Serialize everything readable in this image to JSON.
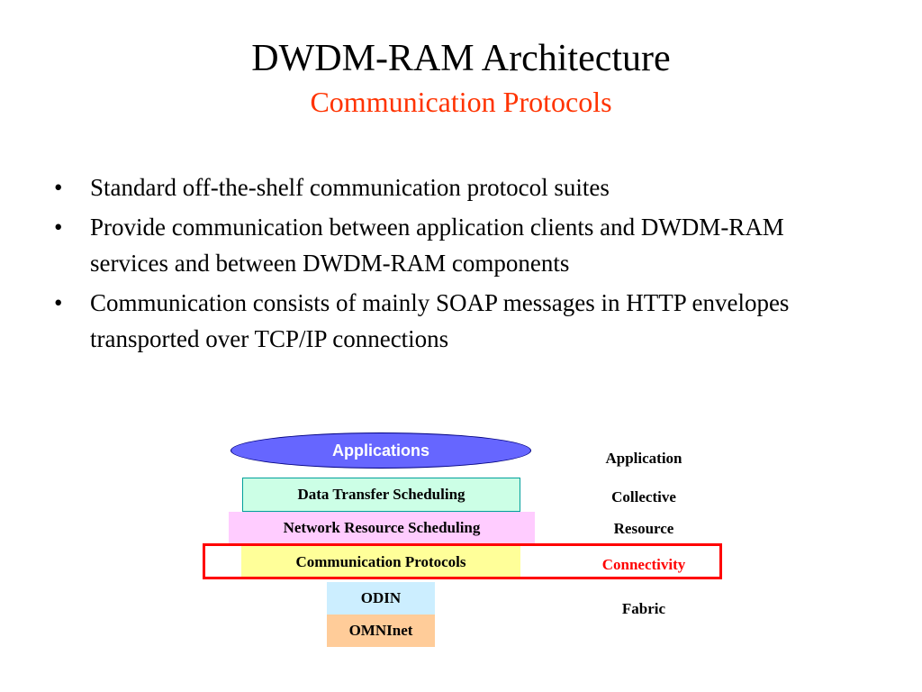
{
  "slide": {
    "title": "DWDM-RAM Architecture",
    "subtitle": "Communication Protocols",
    "subtitle_color": "#ff3300"
  },
  "bullets": [
    "Standard off-the-shelf communication protocol suites",
    "Provide communication between application clients and DWDM-RAM services and between DWDM-RAM components",
    "Communication consists of mainly SOAP messages in HTTP envelopes transported over TCP/IP connections"
  ],
  "bullet_symbol": "•",
  "diagram": {
    "stack": {
      "applications": "Applications",
      "data_transfer_scheduling": "Data Transfer Scheduling",
      "network_resource_scheduling": "Network Resource Scheduling",
      "communication_protocols": "Communication Protocols",
      "odin": "ODIN",
      "omninet": "OMNInet"
    },
    "layers": {
      "application": "Application",
      "collective": "Collective",
      "resource": "Resource",
      "connectivity": "Connectivity",
      "fabric": "Fabric"
    },
    "colors": {
      "applications": "#6666ff",
      "data_transfer_scheduling": "#ccffe6",
      "network_resource_scheduling": "#ffccff",
      "communication_protocols": "#ffff99",
      "odin": "#cceeff",
      "omninet": "#ffcc99",
      "highlight": "#ff0000"
    }
  }
}
